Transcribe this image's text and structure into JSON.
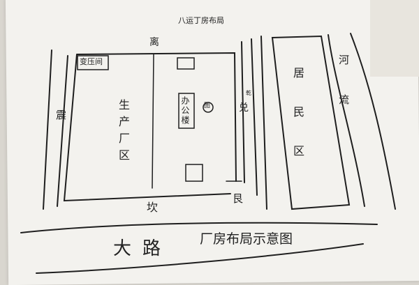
{
  "title": "八运丁房布局",
  "compass": {
    "north": "离",
    "south": "坎",
    "east": "震",
    "west": "兑",
    "northeast_mark": "艮",
    "small_mark": "乾"
  },
  "zones": {
    "gate_label": "变压间",
    "production": "生产厂区",
    "office": "办公楼",
    "office_circle": "图",
    "residential": "居民区",
    "river": "河流"
  },
  "bottom": {
    "road": "大路",
    "caption": "厂房布局示意图"
  }
}
